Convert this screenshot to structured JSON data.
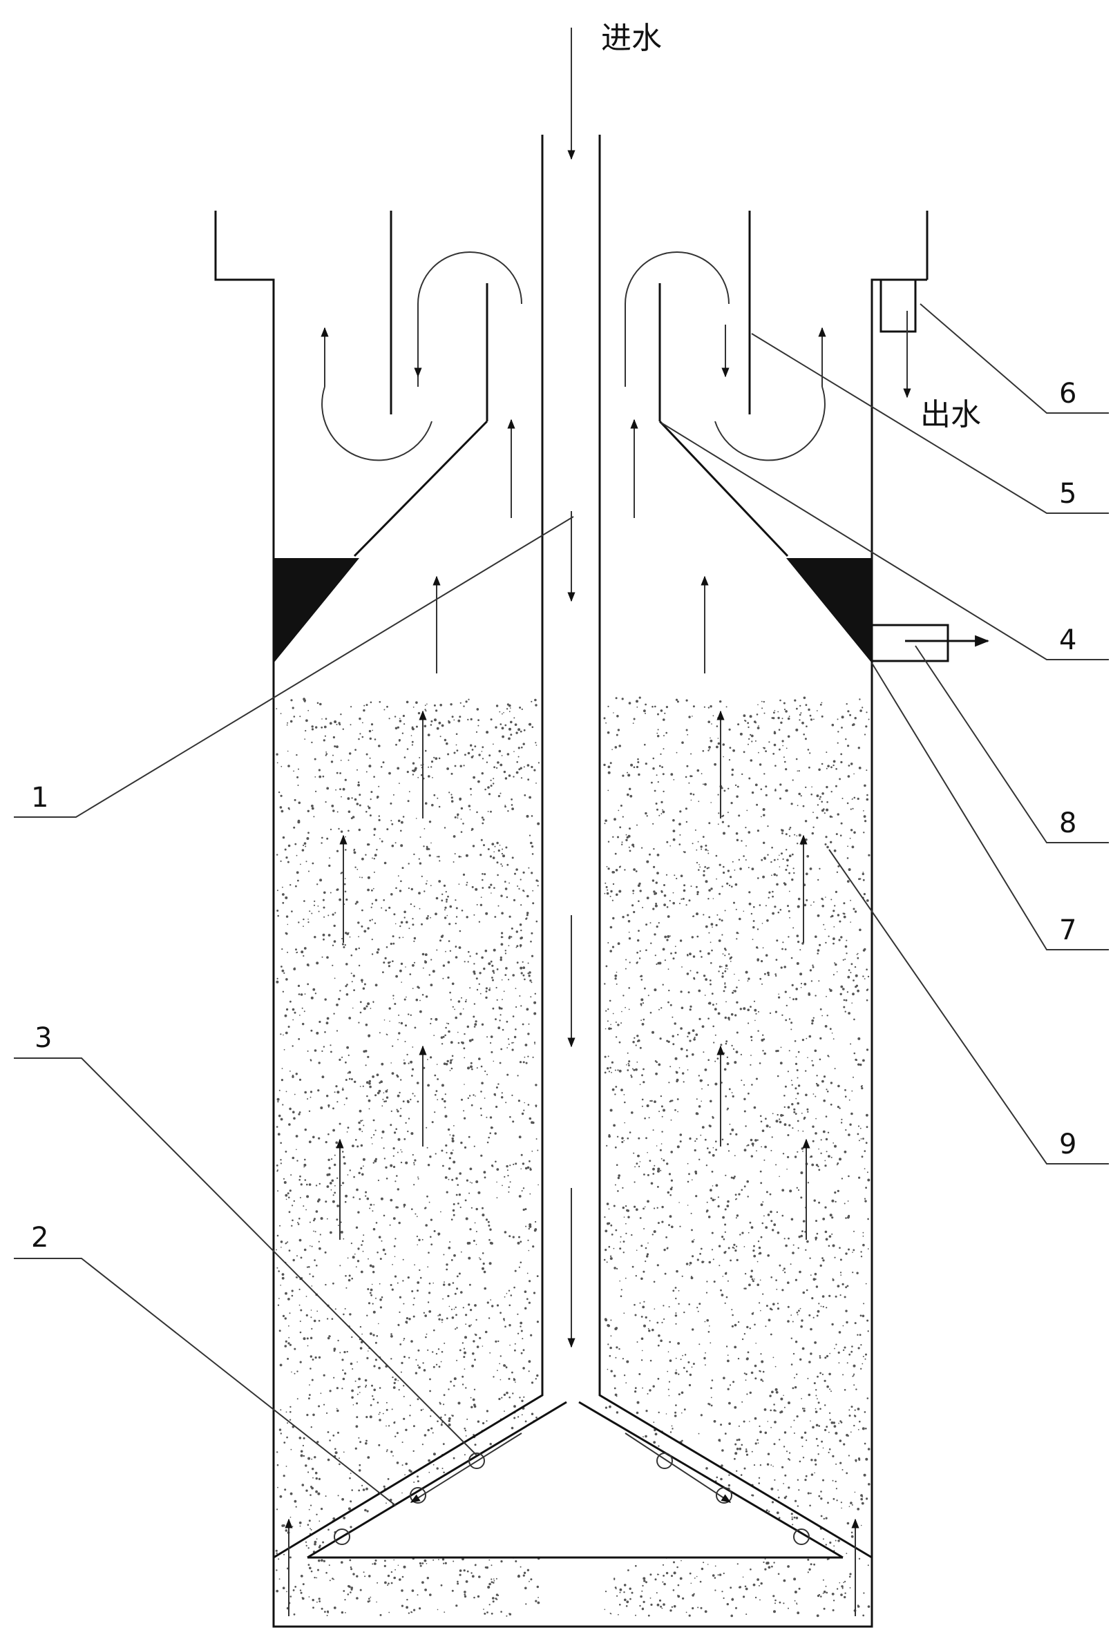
{
  "captions": {
    "inlet": "进水",
    "outlet": "出水"
  },
  "labels": [
    "1",
    "2",
    "3",
    "4",
    "5",
    "6",
    "7",
    "8",
    "9"
  ],
  "colors": {
    "line": "#111111",
    "particles": "#555555",
    "background": "#ffffff"
  }
}
